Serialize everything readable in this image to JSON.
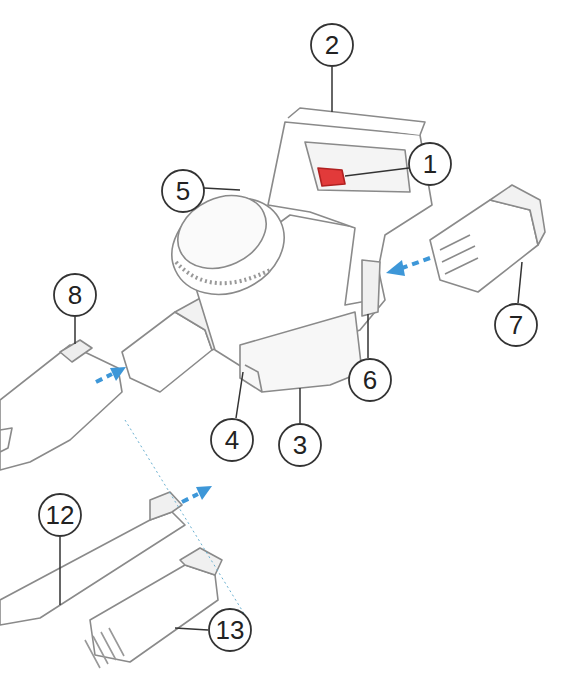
{
  "diagram": {
    "labels": [
      "2",
      "1",
      "5",
      "8",
      "7",
      "6",
      "4",
      "3",
      "12",
      "13"
    ]
  }
}
